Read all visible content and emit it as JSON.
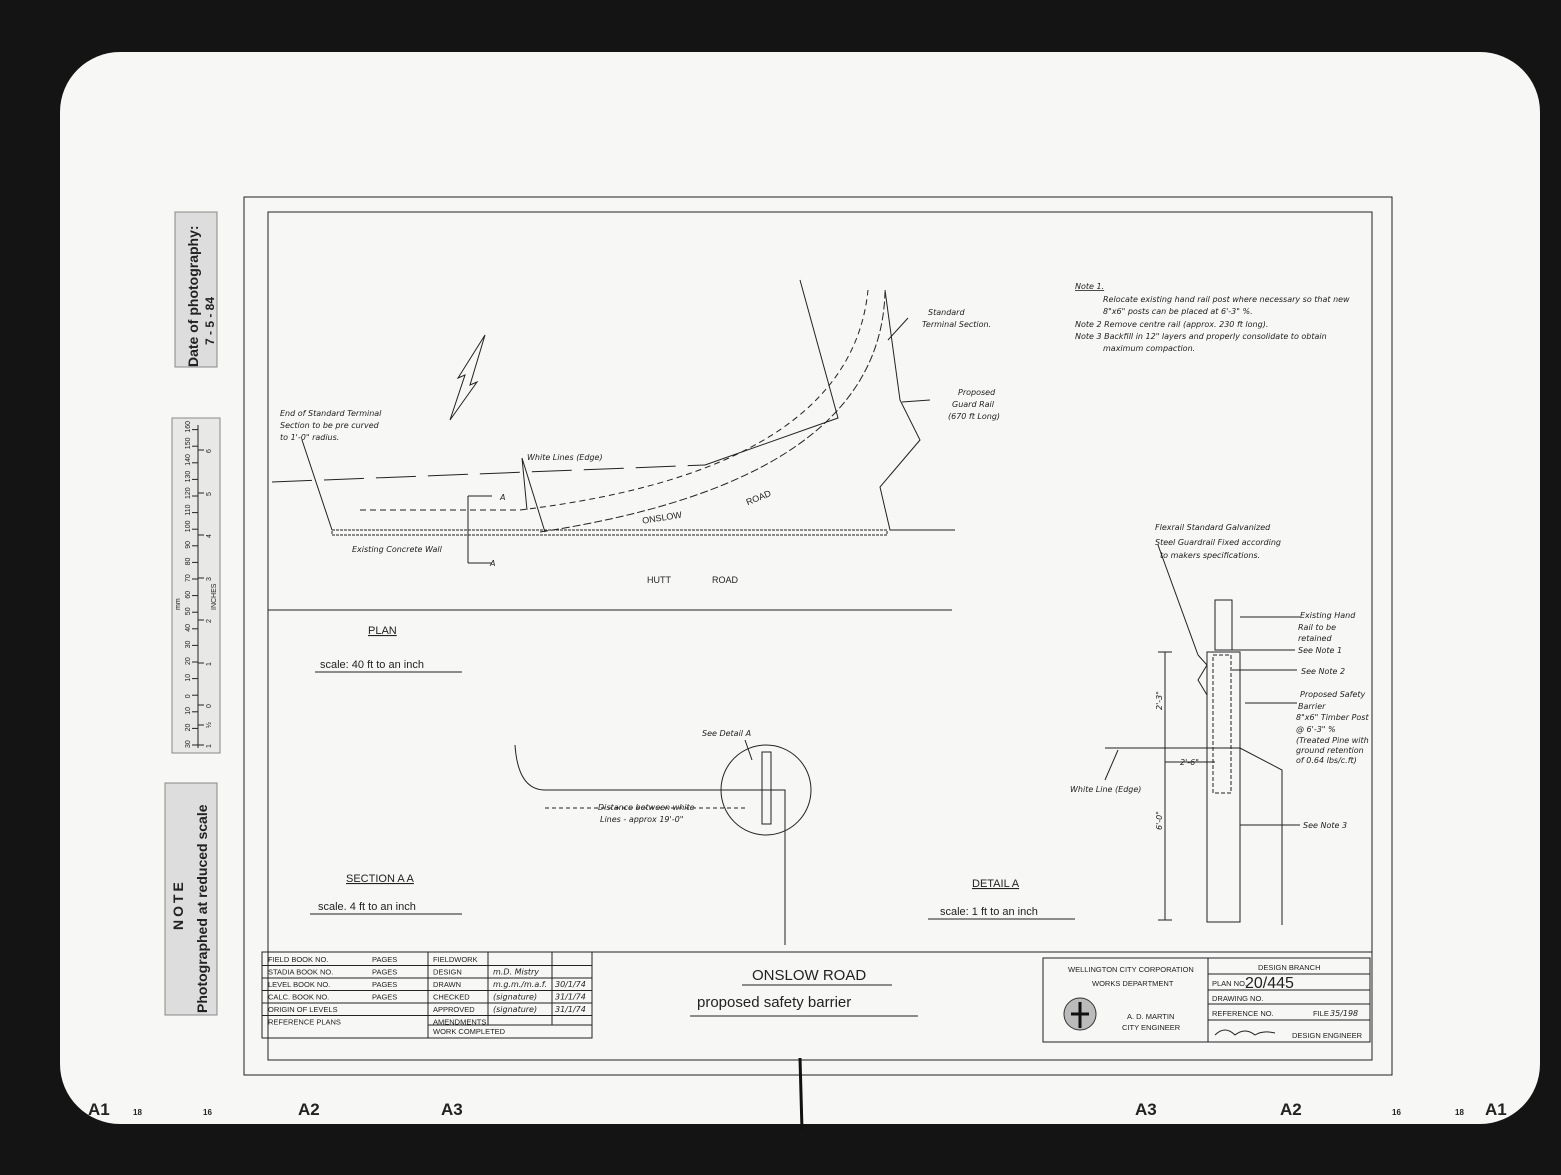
{
  "sheet": {
    "margin_left": {
      "photo_date_label": "Date of photography:",
      "photo_date": "7 - 5 - 84",
      "ruler_mm_label": "mm",
      "ruler_inches_label": "INCHES",
      "ruler_mm_ticks": [
        "30",
        "20",
        "10",
        "0",
        "10",
        "20",
        "30",
        "40",
        "50",
        "60",
        "70",
        "80",
        "90",
        "100",
        "110",
        "120",
        "130",
        "140",
        "150",
        "160"
      ],
      "ruler_inch_ticks": [
        "1",
        "½",
        "0",
        "1",
        "2",
        "3",
        "4",
        "5",
        "6"
      ],
      "note_title": "NOTE",
      "note_text": "Photographed at reduced scale"
    },
    "bottom_marks": [
      "A1",
      "18",
      "16",
      "A2",
      "A3",
      "A3",
      "A2",
      "16",
      "18",
      "A1"
    ]
  },
  "notes": {
    "note1_title": "Note 1.",
    "note1_line1": "Relocate existing hand rail post where necessary so that new",
    "note1_line2": "8\"x6\" posts can be placed at 6'-3\" %.",
    "note2": "Note 2 Remove centre rail (approx. 230 ft long).",
    "note3_line1": "Note 3 Backfill in 12\" layers and properly consolidate to obtain",
    "note3_line2": "maximum compaction."
  },
  "plan": {
    "end_terminal_1": "End of Standard Terminal",
    "end_terminal_2": "Section to be pre curved",
    "end_terminal_3": "to 1'-0\" radius.",
    "white_lines": "White Lines (Edge)",
    "concrete_wall": "Existing Concrete Wall",
    "section_mark": "A",
    "standard_terminal_1": "Standard",
    "standard_terminal_2": "Terminal Section.",
    "guard_rail_1": "Proposed",
    "guard_rail_2": "Guard Rail",
    "guard_rail_3": "(670 ft Long)",
    "onslow": "ONSLOW",
    "road": "ROAD",
    "hutt": "HUTT",
    "hutt_road": "ROAD",
    "title": "PLAN",
    "scale": "scale: 40 ft to an inch"
  },
  "section_aa": {
    "see_detail": "See Detail A",
    "distance_1": "Distance between white",
    "distance_2": "Lines - approx 19'-0\"",
    "title": "SECTION  A A",
    "scale": "scale. 4 ft to an inch"
  },
  "detail_a": {
    "flexrail_1": "Flexrail Standard Galvanized",
    "flexrail_2": "Steel Guardrail Fixed according",
    "flexrail_3": "to makers specifications.",
    "hand_rail_1": "Existing Hand",
    "hand_rail_2": "Rail to be",
    "hand_rail_3": "retained",
    "see_note_1": "See Note 1",
    "see_note_2": "See Note 2",
    "barrier_1": "Proposed Safety",
    "barrier_2": "Barrier",
    "barrier_3": "8\"x6\" Timber Post",
    "barrier_4": "@ 6'-3\" %",
    "barrier_5": "(Treated Pine with",
    "barrier_6": "ground retention",
    "barrier_7": "of 0.64 lbs/c.ft)",
    "white_line": "White Line (Edge)",
    "see_note_3": "See Note 3",
    "dim_height": "2'-3\"",
    "dim_offset": "2'-6\"",
    "dim_depth": "6'-0\"",
    "title": "DETAIL  A",
    "scale": "scale: 1 ft to an inch"
  },
  "title_block": {
    "book_rows": [
      {
        "label": "FIELD BOOK NO.",
        "pages": "PAGES",
        "role": "FIELDWORK",
        "name": "",
        "date": ""
      },
      {
        "label": "STADIA BOOK NO.",
        "pages": "PAGES",
        "role": "DESIGN",
        "name": "m.D. Mistry",
        "date": ""
      },
      {
        "label": "LEVEL BOOK NO.",
        "pages": "PAGES",
        "role": "DRAWN",
        "name": "m.g.m./m.a.f.",
        "date": "30/1/74"
      },
      {
        "label": "CALC. BOOK NO.",
        "pages": "PAGES",
        "role": "CHECKED",
        "name": "(signature)",
        "date": "31/1/74"
      },
      {
        "label": "ORIGIN OF LEVELS",
        "pages": "",
        "role": "APPROVED",
        "name": "(signature)",
        "date": "31/1/74"
      },
      {
        "label": "REFERENCE PLANS",
        "pages": "",
        "role": "AMENDMENTS",
        "name": "",
        "date": ""
      }
    ],
    "work_completed": "WORK COMPLETED",
    "project_title": "ONSLOW ROAD",
    "project_subtitle": "proposed safety barrier",
    "org1": "WELLINGTON CITY CORPORATION",
    "org2": "WORKS DEPARTMENT",
    "engineer_name": "A. D. MARTIN",
    "engineer_title": "CITY ENGINEER",
    "branch": "DESIGN  BRANCH",
    "plan_no_label": "PLAN NO.",
    "plan_no": "20/445",
    "drawing_no_label": "DRAWING NO.",
    "reference_no_label": "REFERENCE NO.",
    "file_label": "FILE",
    "file_no": "35/198",
    "design_engineer": "DESIGN ENGINEER"
  }
}
